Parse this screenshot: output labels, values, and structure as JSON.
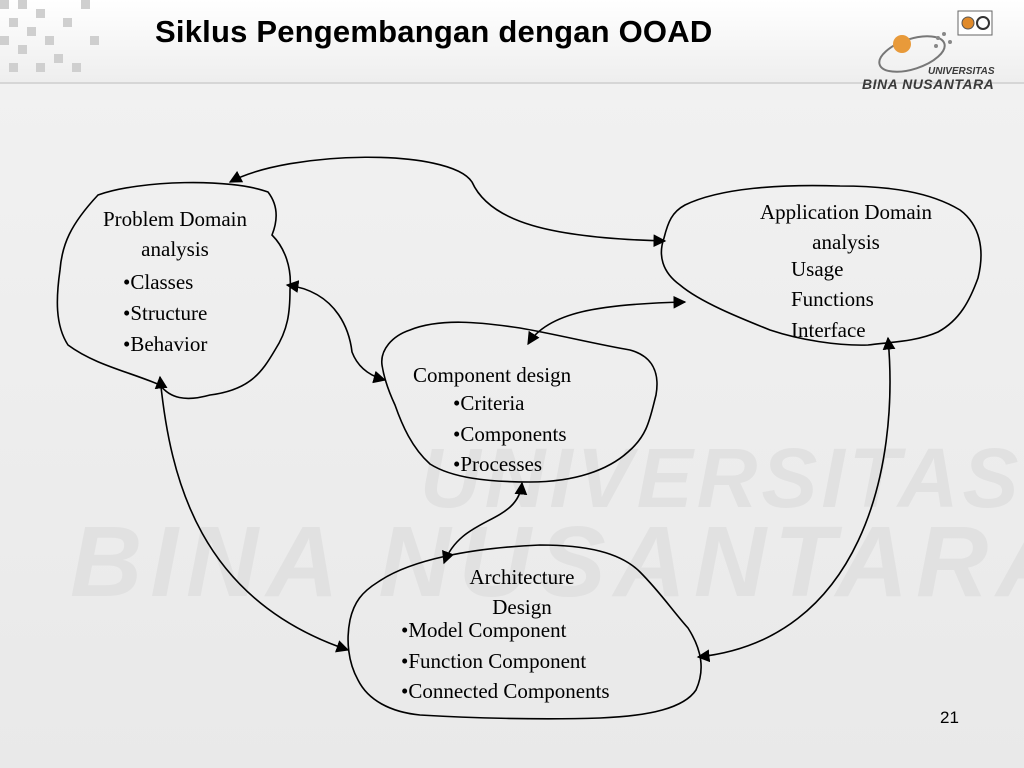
{
  "slide": {
    "title": "Siklus Pengembangan dengan OOAD",
    "page_number": "21",
    "logo": {
      "line1": "UNIVERSITAS",
      "line2": "BINA NUSANTARA"
    },
    "watermark": {
      "line1": "UNIVERSITAS",
      "line2": "BINA NUSANTARA"
    }
  },
  "nodes": {
    "problem_domain": {
      "title_1": "Problem Domain",
      "title_2": "analysis",
      "items": [
        "•Classes",
        "•Structure",
        "•Behavior"
      ]
    },
    "application_domain": {
      "title_1": "Application Domain",
      "title_2": "analysis",
      "items": [
        "Usage",
        "Functions",
        "Interface"
      ]
    },
    "component_design": {
      "title": "Component design",
      "items": [
        "•Criteria",
        "•Components",
        "•Processes"
      ]
    },
    "architecture_design": {
      "title_1": "Architecture",
      "title_2": "Design",
      "items": [
        "•Model Component",
        "•Function Component",
        "•Connected Components"
      ]
    }
  },
  "edges": [
    {
      "from": "problem_domain",
      "to": "application_domain"
    },
    {
      "from": "problem_domain",
      "to": "component_design"
    },
    {
      "from": "component_design",
      "to": "application_domain"
    },
    {
      "from": "component_design",
      "to": "architecture_design"
    },
    {
      "from": "problem_domain",
      "to": "architecture_design"
    },
    {
      "from": "application_domain",
      "to": "architecture_design"
    }
  ]
}
